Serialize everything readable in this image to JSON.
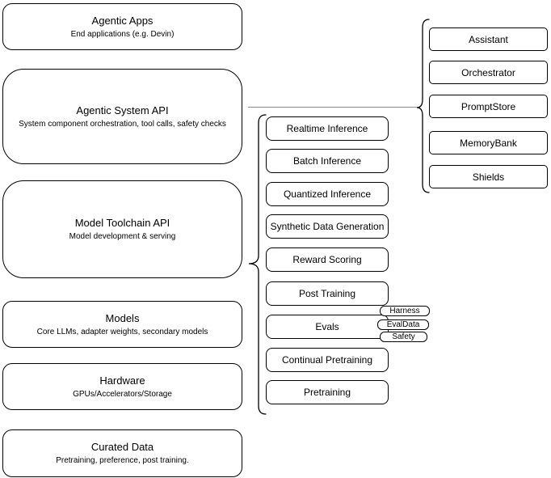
{
  "diagram": {
    "left_column": [
      {
        "title": "Agentic Apps",
        "subtitle": "End applications (e.g. Devin)"
      },
      {
        "title": "Agentic System API",
        "subtitle": "System component orchestration, tool calls, safety checks"
      },
      {
        "title": "Model Toolchain API",
        "subtitle": "Model development & serving"
      },
      {
        "title": "Models",
        "subtitle": "Core LLMs, adapter weights, secondary models"
      },
      {
        "title": "Hardware",
        "subtitle": "GPUs/Accelerators/Storage"
      },
      {
        "title": "Curated Data",
        "subtitle": "Pretraining, preference, post training."
      }
    ],
    "toolchain_items": [
      {
        "label": "Realtime Inference"
      },
      {
        "label": "Batch Inference"
      },
      {
        "label": "Quantized Inference"
      },
      {
        "label": "Synthetic Data Generation"
      },
      {
        "label": "Reward Scoring"
      },
      {
        "label": "Post Training"
      },
      {
        "label": "Evals"
      },
      {
        "label": "Continual Pretraining"
      },
      {
        "label": "Pretraining"
      }
    ],
    "evals_tags": [
      {
        "label": "Harness"
      },
      {
        "label": "EvalData"
      },
      {
        "label": "Safety"
      }
    ],
    "system_components": [
      {
        "label": "Assistant"
      },
      {
        "label": "Orchestrator"
      },
      {
        "label": "PromptStore"
      },
      {
        "label": "MemoryBank"
      },
      {
        "label": "Shields"
      }
    ],
    "colors": {
      "border": "#000000",
      "fill": "#ffffff",
      "text": "#000000",
      "connector": "#8c8c8c"
    }
  }
}
